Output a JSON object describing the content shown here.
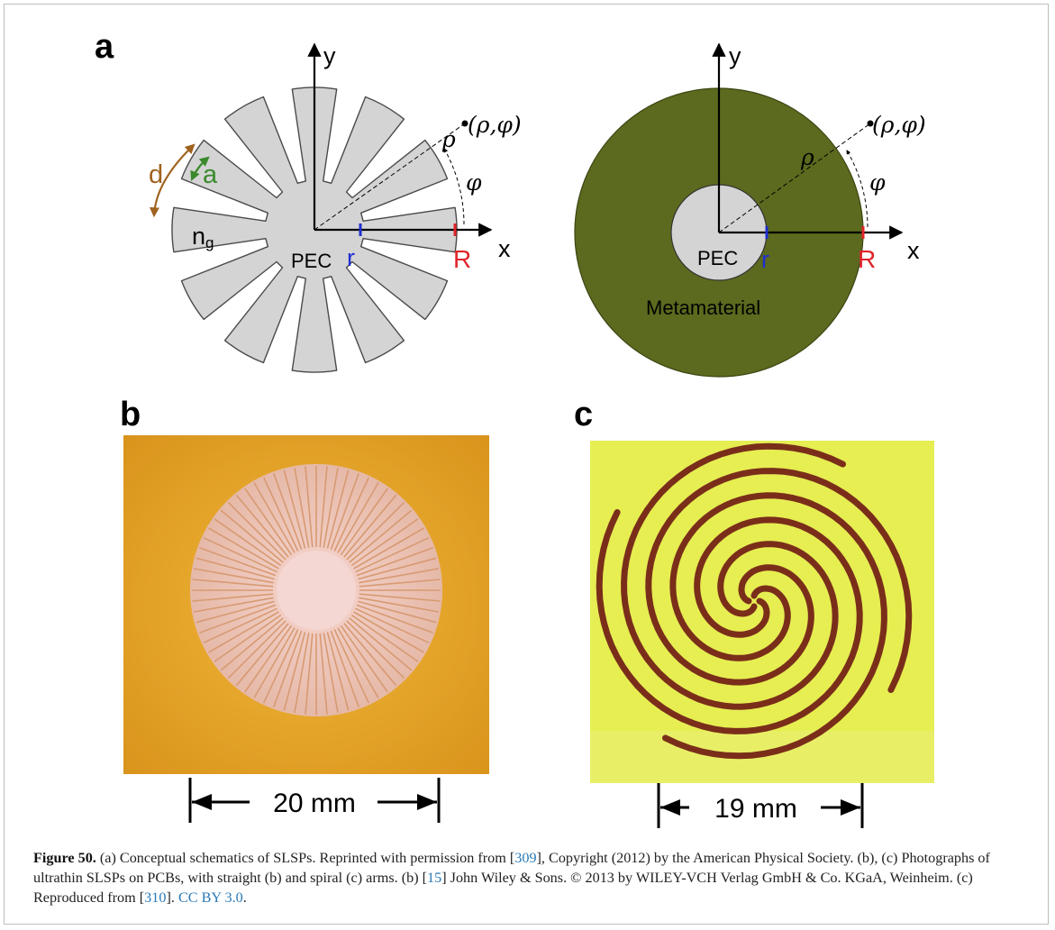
{
  "panels": {
    "a": {
      "letter": "a",
      "left": {
        "y_axis": "y",
        "x_axis": "x",
        "point": "(ρ,φ)",
        "rho": "ρ",
        "phi": "φ",
        "d": "d",
        "a": "a",
        "ng_main": "n",
        "ng_sub": "g",
        "pec": "PEC",
        "r": "r",
        "R": "R",
        "spoke_count": 12
      },
      "right": {
        "y_axis": "y",
        "x_axis": "x",
        "point": "(ρ,φ)",
        "rho": "ρ",
        "phi": "φ",
        "pec": "PEC",
        "r": "r",
        "R": "R",
        "material": "Metamaterial"
      }
    },
    "b": {
      "letter": "b",
      "scale": "20 mm"
    },
    "c": {
      "letter": "c",
      "scale": "19 mm"
    }
  },
  "colors": {
    "pec_gray": "#d4d4d4",
    "metamaterial_green": "#5b6a1e",
    "r_blue": "#1f2fd1",
    "R_red": "#e0242a",
    "d_brown": "#a0621f",
    "a_green": "#3a8a2c",
    "photo_b_bg": "#e8a82a",
    "photo_c_bg": "#e4ec4a",
    "spiral": "#7a2e1a"
  },
  "caption": {
    "label": "Figure 50.",
    "part1": " (a) Conceptual schematics of SLSPs. Reprinted with permission from [",
    "ref1": "309",
    "part2": "], Copyright (2012) by the American Physical Society. (b), (c) Photographs of ultrathin SLSPs on PCBs, with straight (b) and spiral (c) arms. (b) [",
    "ref2": "15",
    "part3": "] John Wiley & Sons. © 2013 by WILEY-VCH Verlag GmbH & Co. KGaA, Weinheim. (c) Reproduced from [",
    "ref3": "310",
    "part4": "]. ",
    "license": "CC BY 3.0",
    "part5": "."
  }
}
